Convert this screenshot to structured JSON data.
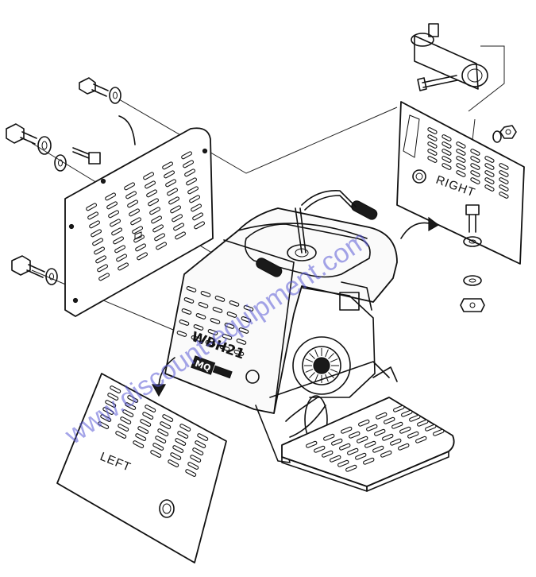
{
  "labels": {
    "left_panel": "LEFT",
    "right_panel": "RIGHT",
    "model": "WBH21",
    "logo": "MQ"
  },
  "watermark": "www.discount-equipment.com",
  "colors": {
    "line": "#111111",
    "watermark": "#5b5bd6",
    "background": "#ffffff"
  }
}
